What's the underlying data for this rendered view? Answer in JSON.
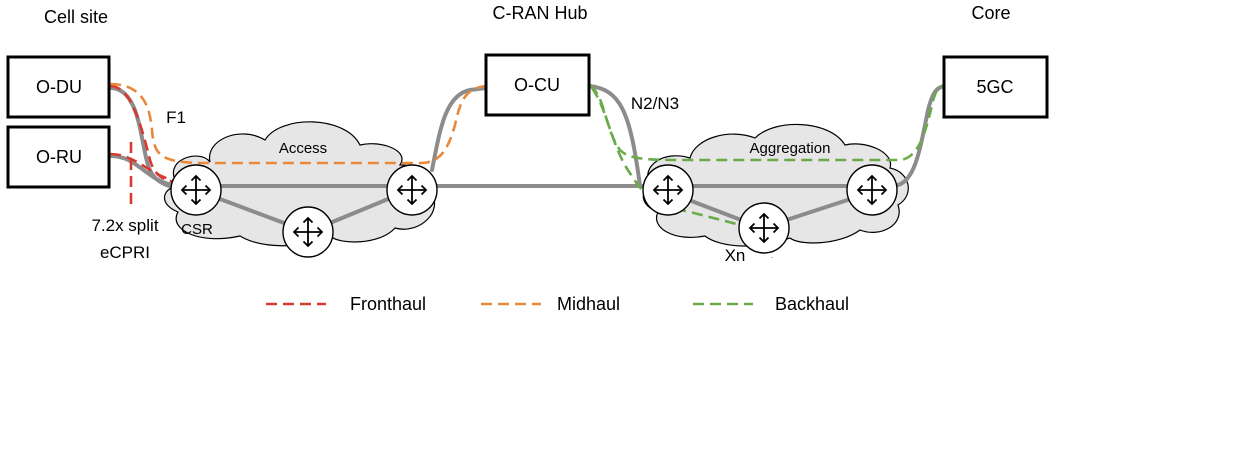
{
  "sections": {
    "cell_site": "Cell site",
    "cran_hub": "C-RAN Hub",
    "core": "Core"
  },
  "boxes": {
    "odu": "O-DU",
    "oru": "O-RU",
    "ocu": "O-CU",
    "core5gc": "5GC"
  },
  "clouds": {
    "access": "Access",
    "aggregation": "Aggregation"
  },
  "labels": {
    "f1": "F1",
    "n2n3": "N2/N3",
    "csr": "CSR",
    "xn": "Xn",
    "split_line1": "7.2x split",
    "split_line2": "eCPRI"
  },
  "legend": [
    {
      "label": "Fronthaul",
      "color": "#d83a30"
    },
    {
      "label": "Midhaul",
      "color": "#e8893a"
    },
    {
      "label": "Backhaul",
      "color": "#6aaa48"
    }
  ],
  "colors": {
    "fronthaul": "#d83a30",
    "midhaul": "#e8893a",
    "backhaul": "#6aaa48",
    "link": "#8c8c8c",
    "cloud": "#e6e6e6"
  }
}
